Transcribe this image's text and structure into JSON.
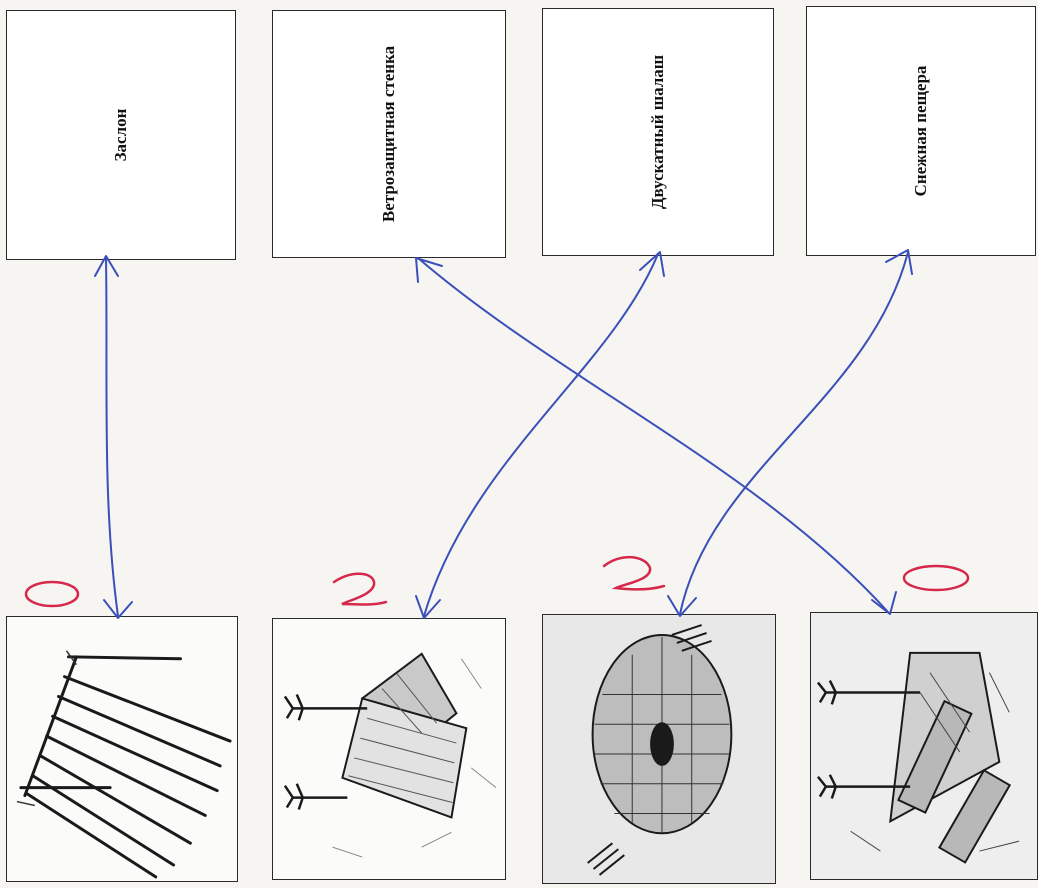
{
  "labels": {
    "zaslon": "Заслон",
    "wind_wall": "Ветрозащитная стенка",
    "gable_hut": "Двускатный шалаш",
    "snow_cave": "Снежная пещера"
  },
  "colors": {
    "ink": "#3b4fb8",
    "grade": "#d6284a",
    "border": "#2a2a2a"
  },
  "answers": [
    {
      "label": "Заслон",
      "picture": 1
    },
    {
      "label": "Ветрозащитная стенка",
      "picture": 4
    },
    {
      "label": "Двускатный шалаш",
      "picture": 2
    },
    {
      "label": "Снежная пещера",
      "picture": 3
    }
  ],
  "grades": [
    "0",
    "2",
    "2",
    "0"
  ]
}
